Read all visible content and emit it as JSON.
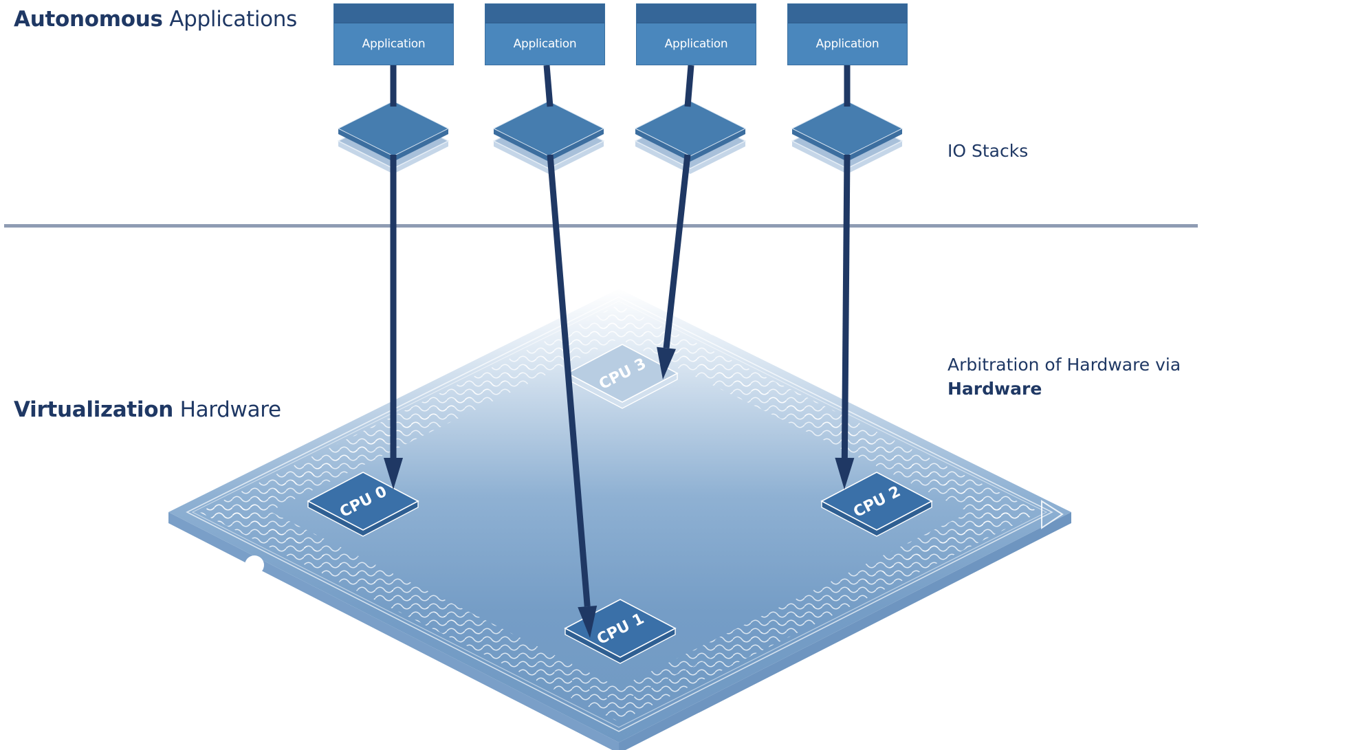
{
  "headings": {
    "applications": {
      "bold": "Autonomous",
      "light": "Applications"
    },
    "virtualization": {
      "bold": "Virtualization",
      "light": "Hardware"
    }
  },
  "labels": {
    "io_stacks": "IO Stacks",
    "arbitration_line1": "Arbitration of Hardware via",
    "arbitration_line2": "Hardware"
  },
  "applications": [
    {
      "label": "Application",
      "target_cpu": "CPU 0"
    },
    {
      "label": "Application",
      "target_cpu": "CPU 1"
    },
    {
      "label": "Application",
      "target_cpu": "CPU 3"
    },
    {
      "label": "Application",
      "target_cpu": "CPU 2"
    }
  ],
  "cpus": [
    {
      "label": "CPU 0"
    },
    {
      "label": "CPU 1"
    },
    {
      "label": "CPU 2"
    },
    {
      "label": "CPU 3"
    }
  ],
  "colors": {
    "text": "#1F3864",
    "arrow": "#1F3864",
    "app_box": "#4A87BD",
    "app_header": "#356698",
    "io_stack": "#467DAF",
    "chip": "#7AA1C8",
    "cpu": "#3A70A8",
    "divider": "#8F9CB3"
  }
}
